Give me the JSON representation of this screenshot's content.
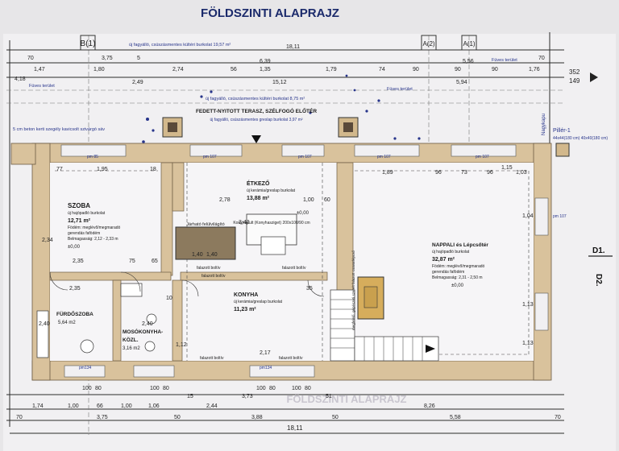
{
  "title": "FÖLDSZINTI ALAPRAJZ",
  "watermark": "FÖLDSZINTI ALAPRAJZ",
  "colors": {
    "wall": "#d8c19a",
    "ink": "#27348b",
    "dimension": "#222222",
    "page": "#f3f2f4"
  },
  "rooms": [
    {
      "name": "SZOBA",
      "lines": [
        "új hajópadló burkolat",
        "12,71 m²",
        "Födém: meglévő/megmaradó",
        "gerendás fafödém",
        "Belmagasság: 2,12 - 2,33 m"
      ],
      "level": "±0,00"
    },
    {
      "name": "ÉTKEZŐ",
      "lines": [
        "új kerámia/greslap burkolat",
        "13,88 m²"
      ],
      "level": "±0,00"
    },
    {
      "name": "KONYHA",
      "lines": [
        "új kerámia/greslap burkolat",
        "11,23 m²"
      ],
      "level": ""
    },
    {
      "name": "FÜRDŐSZOBA",
      "lines": [
        "5,64 m2"
      ],
      "level": ""
    },
    {
      "name": "MOSÓKONYHA-",
      "lines": [
        "KÖZL.",
        "3,16 m2"
      ],
      "level": ""
    },
    {
      "name": "NAPPALI és Lépcsőtér",
      "lines": [
        "új hajópadló burkolat",
        "32,87 m²",
        "Födém: meglévő/megmaradó",
        "gerendás fafödém",
        "Belmagasság: 2,31 - 2,50 m"
      ],
      "level": "±0,00"
    }
  ],
  "labels": {
    "porch": "FEDETT-NYITOTT TERASZ, SZÉLFOGÓ ELŐTÉR",
    "porch_sub": "új fagyálló, csúszásmentes greslap burkolat 3,97 m²",
    "terrace_top": "új fagyálló, csúszásmentes kültéri burkolat 19,57 m²",
    "terrace_mid": "új fagyálló, csúszásmentes kültéri burkolat 8,75 m²",
    "grass_1": "Füves terület",
    "grass_2": "Füves terület",
    "grass_3": "Füves terület",
    "kerb": "5 cm beton kerti szegély kavicsolt szivárgó sáv",
    "pillar": "Pillér-1",
    "pillar_sub": "44x44(180 cm) 40x40(180 cm)",
    "gate": "Nagykapu",
    "accessible": "Járható felülvilágító",
    "kitchen_island": "Konyhapult (Konyhasziget) 200x100/90 cm",
    "stair_note": "megfelelő, gépészeti szerelt falazott csavarlépcső",
    "pm_1": "pm 85",
    "pm_2": "pm 107",
    "pm_3": "pm 107",
    "pm_4": "pm 107",
    "pm_5": "pm134",
    "pm_6": "pm134",
    "pm_7": "pm 107",
    "pm_8": "pm 107",
    "fal_1": "falazott boltív",
    "fal_2": "falazott boltív",
    "fal_3": "falazott boltív",
    "fal_4": "falazott boltív",
    "fal_5": "falazott boltív",
    "hatch_1": "B(1)",
    "hatch_2": "A(1)",
    "hatch_3": "A(2)",
    "section_d1": "D1.",
    "section_d2": "D2."
  },
  "top_dimensions": {
    "row1": [
      "70",
      "3,75",
      "5",
      "18,11",
      "70"
    ],
    "row2": [
      "1,47",
      "1,80",
      "2,74",
      "56",
      "1,35",
      "1,79",
      "74",
      "90",
      "90",
      "90",
      "1,76"
    ],
    "row3": [
      "4,18",
      "2,49",
      "6,39",
      "5,56",
      "15,12",
      "5,94"
    ],
    "right": [
      "352",
      "149"
    ]
  },
  "bottom_dimensions": {
    "row1": [
      "1,74",
      "1,00",
      "66",
      "1,00",
      "1,06",
      "15",
      "2,44",
      "3,73",
      "51",
      "8,26"
    ],
    "row2": [
      "70",
      "3,75",
      "50",
      "3,88",
      "50",
      "5,58",
      "70"
    ],
    "total": "18,11",
    "sill": [
      "100",
      "80",
      "100",
      "80",
      "100",
      "80",
      "100",
      "80"
    ]
  },
  "interior_dimensions": [
    "77",
    "1,95",
    "18",
    "1,89",
    "96",
    "73",
    "96",
    "1,15",
    "1,03",
    "2,78",
    "1,00",
    "60",
    "2,35",
    "2,34",
    "3,42",
    "2,35",
    "75",
    "65",
    "1,40",
    "2,40",
    "1,13",
    "1,04",
    "1,13",
    "1,12",
    "2,17",
    "2,40",
    "1,40",
    "10",
    "35"
  ]
}
